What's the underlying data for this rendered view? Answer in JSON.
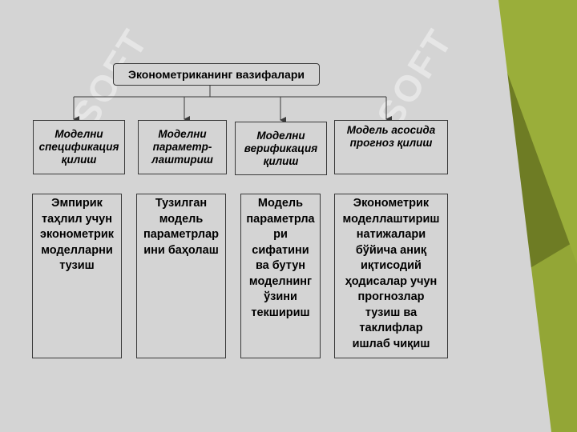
{
  "colors": {
    "slide_bg": "#d4d4d4",
    "green_dark": "#6e7c24",
    "green_light": "#9aae3a",
    "blue": "#3c6d9a",
    "line": "#3a3a3a"
  },
  "watermark": {
    "text": "SOFT"
  },
  "title": "Эконометриканинг вазифалари",
  "columns": [
    {
      "header": [
        "Моделни",
        "спецификация",
        "қилиш"
      ],
      "body": [
        "Эмпирик",
        "таҳлил учун",
        "эконометрик",
        "моделларни",
        "тузиш"
      ]
    },
    {
      "header": [
        "Моделни",
        "параметр-",
        "лаштириш"
      ],
      "body": [
        "Тузилган",
        "модель",
        "параметрлар",
        "ини баҳолаш"
      ]
    },
    {
      "header": [
        "Моделни",
        "верификация",
        "қилиш"
      ],
      "body": [
        "Модель",
        "параметрла",
        "ри",
        "сифатини",
        "ва бутун",
        "моделнинг",
        "ўзини",
        "текшириш"
      ]
    },
    {
      "header": [
        "Модель асосида",
        "прогноз қилиш"
      ],
      "body": [
        "Эконометрик",
        "моделлаштириш",
        "натижалари",
        "бўйича аниқ",
        "иқтисодий",
        "ҳодисалар учун",
        "прогнозлар",
        "тузиш ва",
        "таклифлар",
        "ишлаб чиқиш"
      ]
    }
  ]
}
